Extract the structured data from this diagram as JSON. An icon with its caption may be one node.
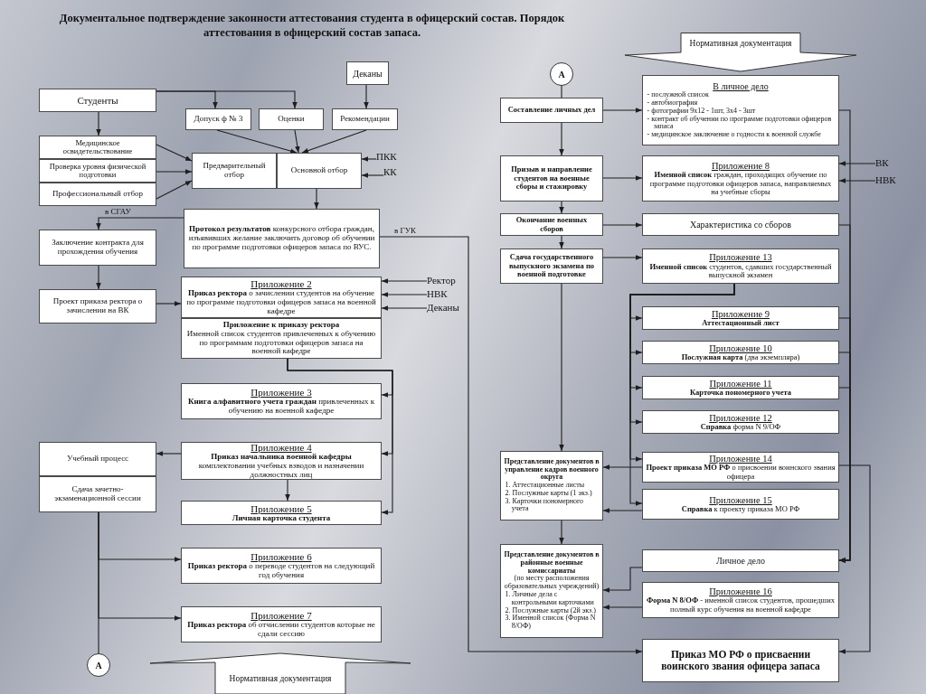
{
  "diagram": {
    "title": "Документальное подтверждение законности аттестования студента в офицерский состав. Порядок аттестования в офицерский состав запаса.",
    "nodes": [
      {
        "text": [
          "Деканы"
        ]
      },
      {
        "text": [
          "Студенты"
        ]
      },
      {
        "text": [
          "Допуск ф № 3"
        ]
      },
      {
        "text": [
          "Оценки"
        ]
      },
      {
        "text": [
          "Рекомендации"
        ]
      },
      {
        "text": [
          "Медицинское освидетельствование"
        ]
      },
      {
        "text": [
          "Проверка уровня физической подготовки"
        ]
      },
      {
        "text": [
          "Профессиональный отбор"
        ]
      },
      {
        "text": [
          "Предварительный отбор"
        ]
      },
      {
        "text": [
          "Основной отбор"
        ]
      },
      {
        "text": [
          "ПКК"
        ]
      },
      {
        "text": [
          "КК"
        ]
      },
      {
        "text": [
          "**Протокол результатов** конкурсного отбора граждан, изъявивших желание заключить договор об обучении по программе подготовки офицеров запаса по ВУС."
        ]
      },
      {
        "text": [
          "Заключение контракта для прохождения обучения"
        ]
      },
      {
        "text": [
          "Проект приказа ректора о зачислении на ВК"
        ]
      },
      {
        "text": [
          "Приложение 2",
          "**Приказ ректора** о зачислении студентов на обучение по программе подготовки офицеров запаса на военной кафедре"
        ]
      },
      {
        "text": [
          "Приложение к приказу ректора",
          "Именной список студентов привлеченных к обучению по программам подготовки офицеров запаса на военной кафедре"
        ]
      },
      {
        "text": [
          "Ректор"
        ]
      },
      {
        "text": [
          "НВК"
        ]
      },
      {
        "text": [
          "Деканы"
        ]
      },
      {
        "text": [
          "Приложение 3",
          "**Книга алфавитного учета граждан** привлеченных к обучению на военной кафедре"
        ]
      },
      {
        "text": [
          "Учебный процесс"
        ]
      },
      {
        "text": [
          "Сдача зачетно-экзаменационной сессии"
        ]
      },
      {
        "text": [
          "Приложение 4",
          "**Приказ начальника военной кафедры** комплектовании учебных взводов и назначении должностных лиц"
        ]
      },
      {
        "text": [
          "Приложение 5",
          "Личная карточка студента"
        ]
      },
      {
        "text": [
          "Приложение 6",
          "**Приказ ректора** о переводе студентов на следующий год обучения"
        ]
      },
      {
        "text": [
          "Приложение 7",
          "**Приказ ректора** об отчислении студентов которые не сдали сессию"
        ]
      },
      {
        "text": [
          "А"
        ]
      },
      {
        "text": [
          "Нормативная документация"
        ]
      },
      {
        "text": [
          "Нормативная документация"
        ]
      },
      {
        "text": [
          "А"
        ]
      },
      {
        "text": [
          "Составление личных дел"
        ]
      },
      {
        "text": [
          "В личное дело",
          "- послужной список",
          "- автобиография",
          "- фотографии 9х12 - 1шт, 3х4 - 3шт",
          "- контракт об обучении по программе подготовки офицеров запаса",
          "- медицинское заключение о годности к военной службе"
        ]
      },
      {
        "text": [
          "Призыв и направление студентов на военные сборы и стажировку"
        ]
      },
      {
        "text": [
          "Приложение 8",
          "**Именной список** граждан, проходящих обучение по программе подготовки офицеров запаса, направляемых на учебные сборы"
        ]
      },
      {
        "text": [
          "ВК"
        ]
      },
      {
        "text": [
          "НВК"
        ]
      },
      {
        "text": [
          "Окончание военных сборов"
        ]
      },
      {
        "text": [
          "Характеристика со сборов"
        ]
      },
      {
        "text": [
          "Сдача государственного выпускного экзамена по военной подготовке"
        ]
      },
      {
        "text": [
          "Приложение 13",
          "**Именной список** студентов, сдавших государственный выпускной экзамен"
        ]
      },
      {
        "text": [
          "Приложение 9",
          "Аттестационный лист"
        ]
      },
      {
        "text": [
          "Приложение 10",
          "**Послужная карта** (два экземпляра)"
        ]
      },
      {
        "text": [
          "Приложение 11",
          "Карточка пономерного учета"
        ]
      },
      {
        "text": [
          "Приложение 12",
          "**Справка** форма N 9/ОФ"
        ]
      },
      {
        "text": [
          "Представление документов в управление кадров военного округа",
          "1. Аттестационные листы",
          "2. Послужные карты (1 экз.)",
          "3. Карточки пономерного учета"
        ]
      },
      {
        "text": [
          "Приложение 14",
          "**Проект приказа МО РФ** о присвоении воинского звания офицера"
        ]
      },
      {
        "text": [
          "Приложение 15",
          "**Справка** к проекту приказа МО РФ"
        ]
      },
      {
        "text": [
          "Представление документов в районные военные комиссариаты",
          "(по месту расположения образовательных учреждений)",
          "1. Личные дела с контрольными карточками",
          "2. Послужные карты (2й экз.)",
          "3. Именной список (Форма N 8/ОФ)"
        ]
      },
      {
        "text": [
          "Личное дело"
        ]
      },
      {
        "text": [
          "Приложение 16",
          "**Форма N 8/ОФ** - именной список студентов, прошедших полный курс обучения на военной кафедре"
        ]
      },
      {
        "text": [
          "Приказ МО РФ о присваении воинского звания офицера запаса"
        ]
      }
    ],
    "edges": [
      {
        "from": 1,
        "to": 2,
        "arrow": "to"
      },
      {
        "from": 1,
        "to": 3,
        "arrow": "to"
      },
      {
        "from": 0,
        "to": 4,
        "arrow": "to"
      },
      {
        "from": 1,
        "to": 5,
        "arrow": "to"
      },
      {
        "from": 2,
        "to": 9,
        "arrow": "to"
      },
      {
        "from": 3,
        "to": 9,
        "arrow": "to"
      },
      {
        "from": 4,
        "to": 9,
        "arrow": "to"
      },
      {
        "from": 5,
        "to": 8,
        "arrow": "to"
      },
      {
        "from": 6,
        "to": 8,
        "arrow": "to"
      },
      {
        "from": 7,
        "to": 8,
        "arrow": "to"
      },
      {
        "from": 10,
        "to": 9,
        "arrow": "to"
      },
      {
        "from": 11,
        "to": 9,
        "arrow": "to"
      },
      {
        "from": 9,
        "to": 12,
        "arrow": "to"
      },
      {
        "from": 12,
        "to": 13,
        "arrow": "to",
        "label": "в СГАУ"
      },
      {
        "from": 12,
        "to": 51,
        "arrow": "to",
        "label": "в ГУК"
      },
      {
        "from": 13,
        "to": 14,
        "arrow": "to"
      },
      {
        "from": 14,
        "to": 15,
        "arrow": "to"
      },
      {
        "from": 17,
        "to": 15,
        "arrow": "to"
      },
      {
        "from": 18,
        "to": 15,
        "arrow": "to"
      },
      {
        "from": 19,
        "to": 15,
        "arrow": "to"
      },
      {
        "from": 16,
        "to": 20,
        "arrow": "to"
      },
      {
        "from": 16,
        "to": 23,
        "arrow": "to"
      },
      {
        "from": 16,
        "to": 24,
        "arrow": "to"
      },
      {
        "from": 23,
        "to": 21,
        "arrow": "to"
      },
      {
        "from": 23,
        "to": 24,
        "arrow": "to"
      },
      {
        "from": 22,
        "to": 25,
        "arrow": "to"
      },
      {
        "from": 22,
        "to": 26,
        "arrow": "to"
      },
      {
        "from": 22,
        "to": 27,
        "arrow": "none"
      },
      {
        "from": 30,
        "to": 31,
        "arrow": "none"
      },
      {
        "from": 31,
        "to": 32,
        "arrow": "to"
      },
      {
        "from": 31,
        "to": 33,
        "arrow": "to"
      },
      {
        "from": 33,
        "to": 34,
        "arrow": "to"
      },
      {
        "from": 33,
        "to": 37,
        "arrow": "to"
      },
      {
        "from": 37,
        "to": 38,
        "arrow": "to"
      },
      {
        "from": 37,
        "to": 39,
        "arrow": "to"
      },
      {
        "from": 39,
        "to": 40,
        "arrow": "to"
      },
      {
        "from": 39,
        "to": 45,
        "arrow": "to"
      },
      {
        "from": 40,
        "to": 41,
        "arrow": "to"
      },
      {
        "from": 40,
        "to": 42,
        "arrow": "to"
      },
      {
        "from": 40,
        "to": 43,
        "arrow": "to"
      },
      {
        "from": 40,
        "to": 44,
        "arrow": "to"
      },
      {
        "from": 40,
        "to": 46,
        "arrow": "to"
      },
      {
        "from": 40,
        "to": 47,
        "arrow": "to"
      },
      {
        "from": 45,
        "to": 48,
        "arrow": "to"
      },
      {
        "from": 46,
        "to": 45,
        "arrow": "to"
      },
      {
        "from": 47,
        "to": 45,
        "arrow": "to"
      },
      {
        "from": 49,
        "to": 48,
        "arrow": "to"
      },
      {
        "from": 50,
        "to": 48,
        "arrow": "to"
      },
      {
        "from": 35,
        "to": 34,
        "arrow": "to"
      },
      {
        "from": 36,
        "to": 34,
        "arrow": "to"
      },
      {
        "from": 32,
        "to": 49,
        "arrow": "to"
      },
      {
        "from": 38,
        "to": 49,
        "arrow": "to"
      },
      {
        "from": 41,
        "to": 49,
        "arrow": "to"
      },
      {
        "from": 42,
        "to": 49,
        "arrow": "to"
      },
      {
        "from": 43,
        "to": 49,
        "arrow": "to"
      },
      {
        "from": 46,
        "to": 51,
        "arrow": "to"
      }
    ]
  }
}
